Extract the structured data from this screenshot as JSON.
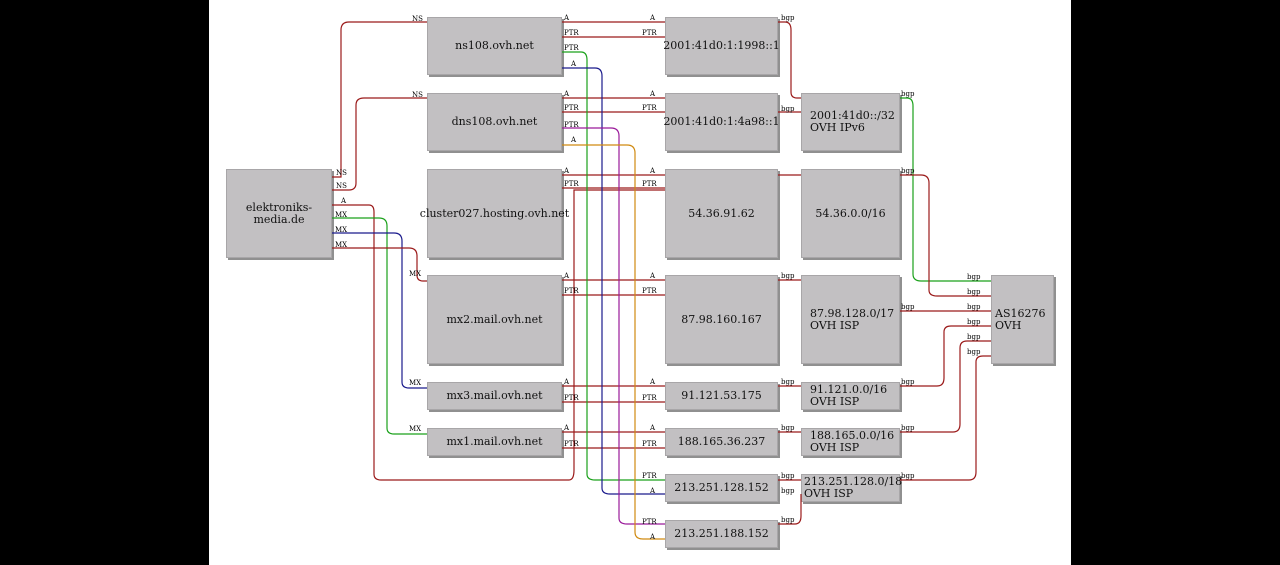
{
  "nodes": {
    "domain": "elektroniks-media.de",
    "ns108": "ns108.ovh.net",
    "dns108": "dns108.ovh.net",
    "cluster": "cluster027.hosting.ovh.net",
    "mx2": "mx2.mail.ovh.net",
    "mx3": "mx3.mail.ovh.net",
    "mx1": "mx1.mail.ovh.net",
    "ip_ns108": "2001:41d0:1:1998::1",
    "ip_dns108": "2001:41d0:1:4a98::1",
    "ip_cluster": "54.36.91.62",
    "ip_mx2": "87.98.160.167",
    "ip_mx3": "91.121.53.175",
    "ip_mx1": "188.165.36.237",
    "ip_213a": "213.251.128.152",
    "ip_213b": "213.251.188.152",
    "net_v6": {
      "l1": "2001:41d0::/32",
      "l2": "OVH IPv6"
    },
    "net_54": "54.36.0.0/16",
    "net_87": {
      "l1": "87.98.128.0/17",
      "l2": "OVH ISP"
    },
    "net_91": {
      "l1": "91.121.0.0/16",
      "l2": "OVH ISP"
    },
    "net_188": {
      "l1": "188.165.0.0/16",
      "l2": "OVH ISP"
    },
    "net_213": {
      "l1": "213.251.128.0/18",
      "l2": "OVH ISP"
    },
    "as": {
      "l1": "AS16276",
      "l2": "OVH"
    }
  },
  "labels": [
    "NS",
    "A",
    "PTR",
    "MX",
    "bgp"
  ],
  "colors": {
    "red": "#9b1a1a",
    "green": "#1aa11a",
    "blue": "#1a1a8c",
    "purple": "#9a1a9a",
    "orange": "#d08a10",
    "node_fill": "#c2c0c2"
  }
}
